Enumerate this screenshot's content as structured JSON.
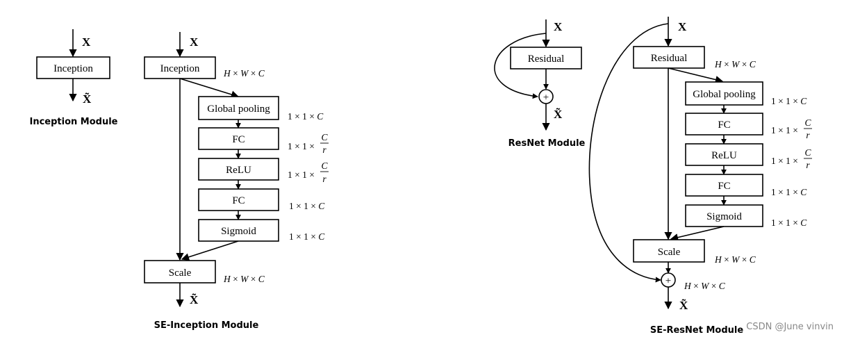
{
  "inception": {
    "title": "Inception Module",
    "box": "Inception",
    "in_var": "X",
    "out_var": "X̃"
  },
  "se_inception": {
    "title": "SE-Inception Module",
    "in_var": "X",
    "out_var": "X̃",
    "boxes": {
      "inception": "Inception",
      "pool": "Global pooling",
      "fc1": "FC",
      "relu": "ReLU",
      "fc2": "FC",
      "sigmoid": "Sigmoid",
      "scale": "Scale"
    },
    "dims": {
      "inception": {
        "main": "H × W × C",
        "frac_num": "",
        "frac_den": ""
      },
      "pool": {
        "main": "1 × 1 × C",
        "frac_num": "",
        "frac_den": ""
      },
      "fc1": {
        "main": "1 × 1 × ",
        "frac_num": "C",
        "frac_den": "r"
      },
      "relu": {
        "main": "1 × 1 × ",
        "frac_num": "C",
        "frac_den": "r"
      },
      "fc2": {
        "main": "1 × 1 × C",
        "frac_num": "",
        "frac_den": ""
      },
      "sigmoid": {
        "main": "1 × 1 × C",
        "frac_num": "",
        "frac_den": ""
      },
      "scale": {
        "main": "H × W × C",
        "frac_num": "",
        "frac_den": ""
      }
    }
  },
  "resnet": {
    "title": "ResNet Module",
    "box": "Residual",
    "in_var": "X",
    "out_var": "X̃",
    "plus": "+"
  },
  "se_resnet": {
    "title": "SE-ResNet Module",
    "in_var": "X",
    "out_var": "X̃",
    "plus": "+",
    "boxes": {
      "residual": "Residual",
      "pool": "Global pooling",
      "fc1": "FC",
      "relu": "ReLU",
      "fc2": "FC",
      "sigmoid": "Sigmoid",
      "scale": "Scale"
    },
    "dims": {
      "residual": {
        "main": "H × W × C",
        "frac_num": "",
        "frac_den": ""
      },
      "pool": {
        "main": "1 × 1 × C",
        "frac_num": "",
        "frac_den": ""
      },
      "fc1": {
        "main": "1 × 1 × ",
        "frac_num": "C",
        "frac_den": "r"
      },
      "relu": {
        "main": "1 × 1 × ",
        "frac_num": "C",
        "frac_den": "r"
      },
      "fc2": {
        "main": "1 × 1 × C",
        "frac_num": "",
        "frac_den": ""
      },
      "sigmoid": {
        "main": "1 × 1 × C",
        "frac_num": "",
        "frac_den": ""
      },
      "plus": {
        "main": "H × W × C",
        "frac_num": "",
        "frac_den": ""
      },
      "scale": {
        "main": "H × W × C",
        "frac_num": "",
        "frac_den": ""
      }
    }
  },
  "watermark": "CSDN @June vinvin"
}
